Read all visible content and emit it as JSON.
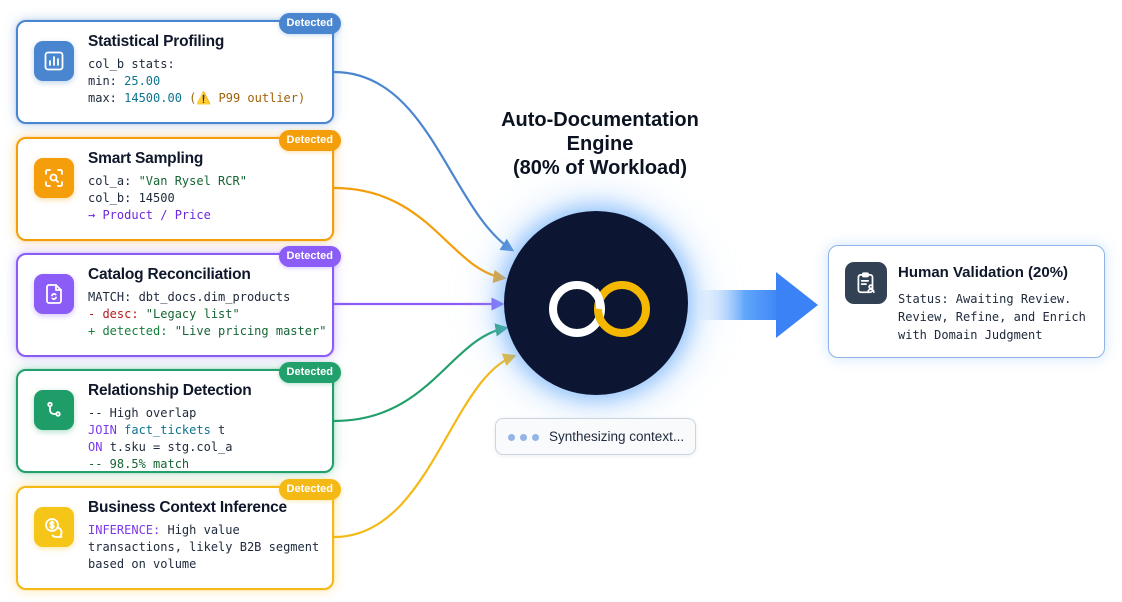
{
  "colors": {
    "profiling": "#4a86cf",
    "sampling": "#f59e0b",
    "catalog": "#8b5cf6",
    "relationship": "#22a06b",
    "business": "#f5b916",
    "engine": "#0c1633",
    "ring_left": "#ffffff",
    "ring_right": "#f5b800",
    "arrow": "#3b82f6"
  },
  "cards": {
    "profiling": {
      "title": "Statistical Profiling",
      "badge": "Detected",
      "icon": "bar-chart-icon",
      "lines": [
        {
          "l1": "col_b stats:"
        },
        {
          "k": "min: ",
          "v": "25.00"
        },
        {
          "k": "max: ",
          "v": "14500.00",
          "w": " (⚠️ P99 outlier)"
        }
      ]
    },
    "sampling": {
      "title": "Smart Sampling",
      "badge": "Detected",
      "icon": "scan-search-icon",
      "lines": [
        {
          "k": "col_a: ",
          "v": "\"Van Rysel RCR\""
        },
        {
          "k": "col_b: ",
          "v": "14500"
        },
        {
          "v": "→ Product / Price"
        }
      ]
    },
    "catalog": {
      "title": "Catalog Reconciliation",
      "badge": "Detected",
      "icon": "document-sync-icon",
      "lines": [
        {
          "k": "MATCH: ",
          "v": "dbt_docs.dim_products"
        },
        {
          "k": "- desc: ",
          "v": "\"Legacy list\""
        },
        {
          "k": "+ detected: ",
          "v": "\"Live pricing master\""
        }
      ]
    },
    "relationship": {
      "title": "Relationship Detection",
      "badge": "Detected",
      "icon": "git-branch-icon",
      "lines": [
        {
          "v": "-- High overlap"
        },
        {
          "k": "JOIN ",
          "v": "fact_tickets",
          "t": " t"
        },
        {
          "k": "ON ",
          "v": "t.sku = stg.col_a"
        },
        {
          "v": "-- 98.5% match"
        }
      ]
    },
    "business": {
      "title": "Business Context Inference",
      "badge": "Detected",
      "icon": "money-chat-icon",
      "lines": [
        {
          "k": "INFERENCE: ",
          "v": "High value"
        },
        {
          "v": "transactions, likely B2B segment"
        },
        {
          "v": "based on volume"
        }
      ]
    }
  },
  "engine": {
    "title_line1": "Auto-Documentation",
    "title_line2": "Engine",
    "title_line3": "(80% of Workload)",
    "icon": "interlocking-rings-icon"
  },
  "status_pill": {
    "label": "Synthesizing context..."
  },
  "validation": {
    "title": "Human Validation (20%)",
    "icon": "clipboard-user-icon",
    "line1": "Status: Awaiting Review.",
    "line2": "Review, Refine, and Enrich",
    "line3": "with Domain Judgment"
  }
}
